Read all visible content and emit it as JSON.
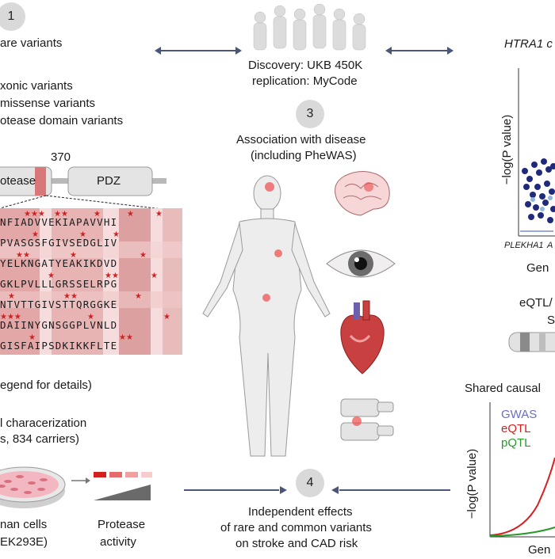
{
  "steps": {
    "s1": "1",
    "s3": "3",
    "s4": "4"
  },
  "left": {
    "heading": "are variants",
    "bullets": [
      "xonic variants",
      "missense variants",
      "otease domain variants"
    ],
    "domain_number": "370",
    "protease_label": "otease",
    "pdz_label": "PDZ",
    "sequence_rows": [
      "NFIADVVEKIAPAVVHI",
      "PVASGSFGIVSEDGLIV",
      "YELKNGATYEAKIKDVD",
      "GKLPVLLLGRSSELRPG",
      "NTVTTGIVSTTQRGGKE",
      "DAIINYGNSGGPLVNLD",
      "GISFAIPSDKIKKFLTE"
    ],
    "legend_note": "egend for details)",
    "char_line1": "l characerization",
    "char_line2": "s, 834 carriers)",
    "cells_line1": "nan cells",
    "cells_line2": "EK293E)",
    "protease_activity1": "Protease",
    "protease_activity2": "activity"
  },
  "center": {
    "discovery1": "Discovery: UKB 450K",
    "discovery2": "replication: MyCode",
    "assoc1": "Association with disease",
    "assoc2": "(including PheWAS)",
    "indep1": "Independent effects",
    "indep2": "of rare and common variants",
    "indep3": "on stroke and CAD risk"
  },
  "right": {
    "htra_title": "HTRA1 c",
    "ylabel": "−log(P value)",
    "gene1": "PLEKHA1",
    "gene2": "A",
    "xlabel_top": "Gen",
    "eqtl_label": "eQTL/",
    "s_label": "S",
    "shared_causal": "Shared causal",
    "legend": [
      "GWAS",
      "eQTL",
      "pQTL"
    ],
    "ylabel2": "−log(P value)",
    "xlabel_bottom": "Gen"
  },
  "colors": {
    "gwas": "#6a6fc0",
    "eqtl": "#d52020",
    "pqtl": "#2a9a2a",
    "navy": "#1f2a7a",
    "accent_red": "#d94b4b",
    "pink": "#e8b5b5",
    "arrow": "#4a5578"
  }
}
